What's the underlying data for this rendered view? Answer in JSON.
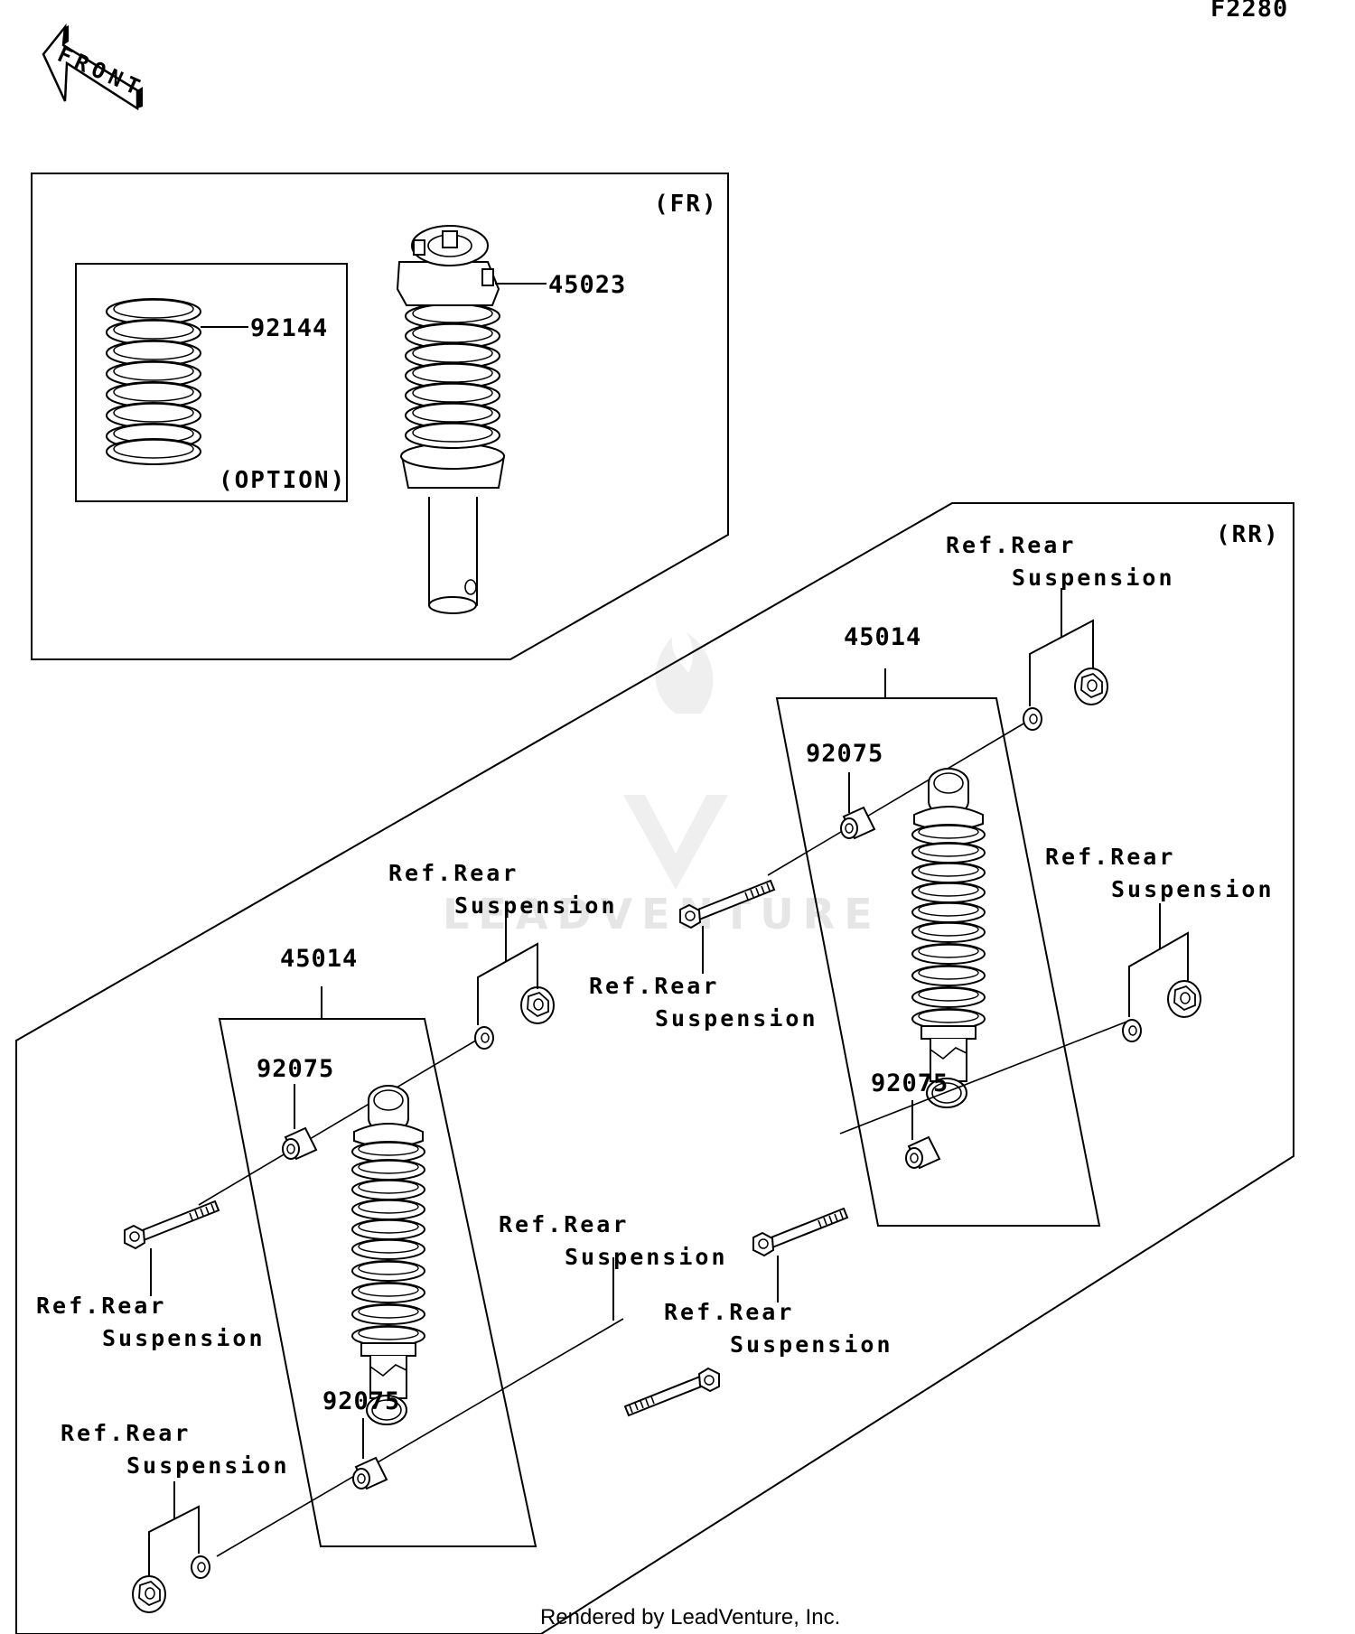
{
  "figure_code": "F2280",
  "front_arrow": "FRONT",
  "watermark": "LEADVENTURE",
  "credit": "Rendered by LeadVenture, Inc.",
  "front_group": {
    "title": "(FR)",
    "option_label": "(OPTION)",
    "parts": [
      "92144",
      "45023"
    ]
  },
  "rear_group": {
    "title": "(RR)",
    "parts": [
      "45014",
      "45014",
      "92075",
      "92075",
      "92075",
      "92075"
    ]
  },
  "refs": [
    {
      "line1": "Ref.Rear",
      "line2": "Suspension"
    },
    {
      "line1": "Ref.Rear",
      "line2": "Suspension"
    },
    {
      "line1": "Ref.Rear",
      "line2": "Suspension"
    },
    {
      "line1": "Ref.Rear",
      "line2": "Suspension"
    },
    {
      "line1": "Ref.Rear",
      "line2": "Suspension"
    },
    {
      "line1": "Ref.Rear",
      "line2": "Suspension"
    },
    {
      "line1": "Ref.Rear",
      "line2": "Suspension"
    },
    {
      "line1": "Ref.Rear",
      "line2": "Suspension"
    }
  ]
}
